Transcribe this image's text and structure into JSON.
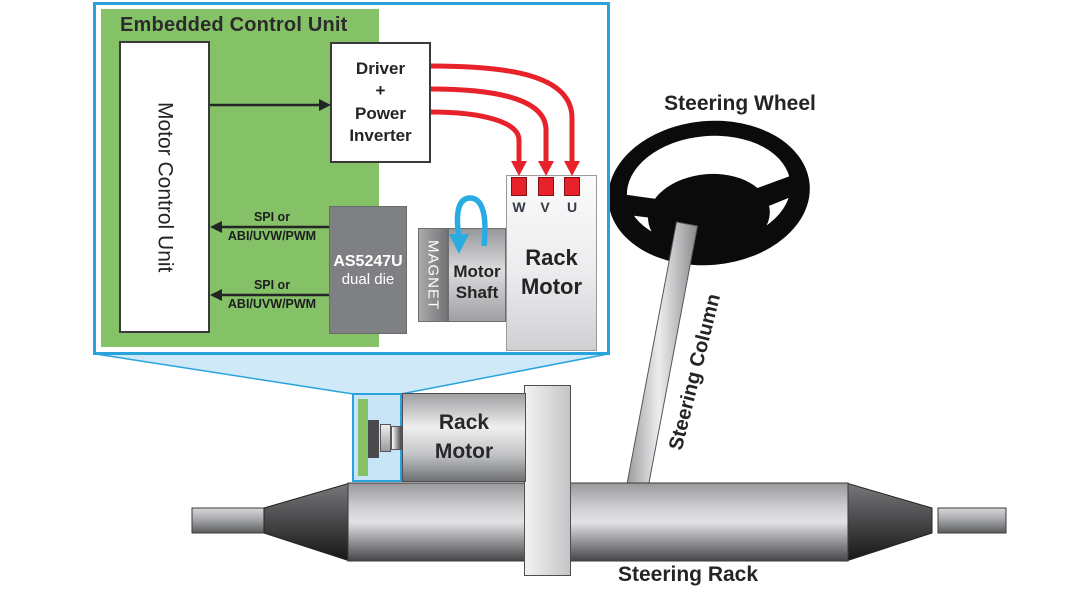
{
  "colors": {
    "accent_green": "#85c167",
    "accent_blue": "#29a3dc",
    "light_blue_fill": "#c7e5f6",
    "phase_red": "#e8222a",
    "rotation_cyan": "#2aabe2",
    "chip_gray": "#7f8083"
  },
  "callout": {
    "title": "Embedded Control Unit",
    "motor_control_unit": "Motor Control Unit",
    "driver_inverter": "Driver\n+\nPower\nInverter",
    "interface_label_line1": "SPI or",
    "interface_label_line2": "ABI/UVW/PWM",
    "sensor_name": "AS5247U",
    "sensor_sub": "dual die",
    "magnet": "MAGNET",
    "motor_shaft": "Motor\nShaft",
    "rack_motor": "Rack\nMotor",
    "terminals": [
      "W",
      "V",
      "U"
    ]
  },
  "scene": {
    "steering_wheel": "Steering Wheel",
    "steering_column": "Steering Column",
    "steering_rack": "Steering Rack",
    "rack_motor": "Rack\nMotor"
  }
}
